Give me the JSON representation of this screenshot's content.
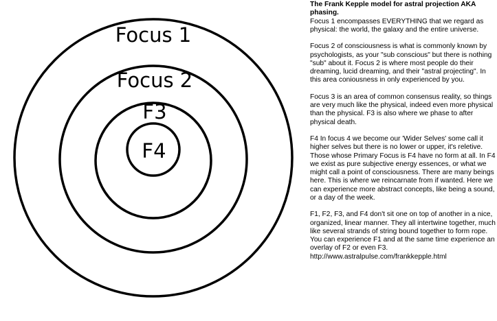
{
  "diagram": {
    "rings": [
      {
        "label": "Focus 1"
      },
      {
        "label": "Focus 2"
      },
      {
        "label": "F3"
      },
      {
        "label": "F4"
      }
    ],
    "stroke_color": "#000000"
  },
  "text": {
    "title": "The Frank Kepple model for astral projection AKA phasing.",
    "paragraphs": [
      "Focus 1 encompasses EVERYTHING that we regard as physical: the world, the galaxy  and the entire universe.",
      "Focus 2 of consciousness is what is commonly known by psychologists, as your \"sub  conscious\" but there is nothing \"sub\" about it. Focus 2 is where most people do their dreaming, lucid dreaming, and their \"astral projecting\". In this area coniousness in only experienced by you.",
      "Focus 3 is an area of common consensus reality, so things are very much like the  physical, indeed even more physical than the physical. F3 is also where we phase to  after physical death.",
      "F4 In focus 4 we become our 'Wider Selves' some call it higher selves but there is  no lower or upper, it's reletive. Those whose Primary Focus is F4 have no form at  all. In F4 we exist as pure subjective energy essences, or what we might call a  point of consciousness. There are many beings here. This is where we reincarnate from if wanted. Here we can experience more abstract concepts, like being a sound, or a day of the week.",
      "F1, F2, F3, and F4 don't sit one on top of another in a nice, organized, linear  manner. They all intertwine together, much like several strands of string bound together to form rope. You can experience F1 and at the same time experience an  overlay of F2 or even F3."
    ],
    "link": "http://www.astralpulse.com/frankkepple.html"
  }
}
